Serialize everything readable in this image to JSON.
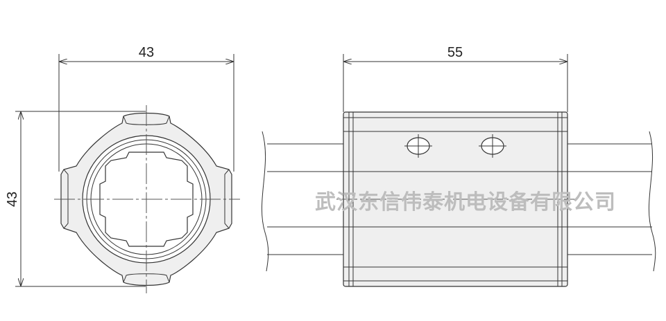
{
  "front_view": {
    "width_label": "43",
    "height_label": "43"
  },
  "side_view": {
    "length_label": "55"
  },
  "watermark": {
    "text": "武汉东信伟泰机电设备有限公司",
    "color": "#bdbdbd"
  }
}
